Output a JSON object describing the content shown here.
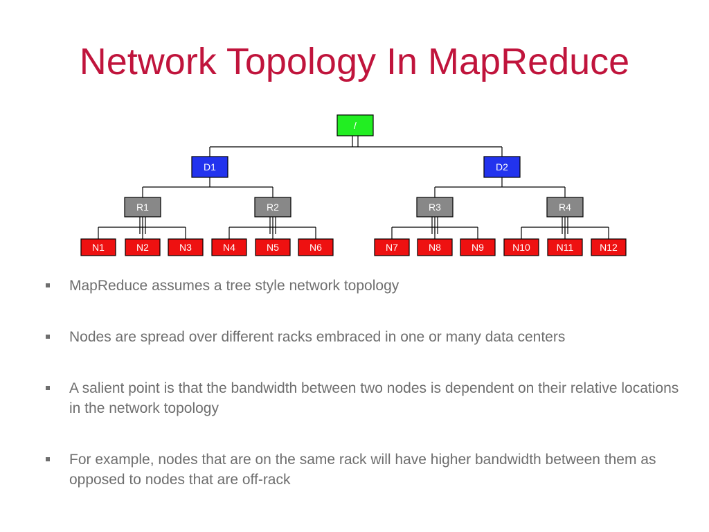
{
  "slide": {
    "title": "Network Topology In MapReduce"
  },
  "colors": {
    "title": "#c0143c",
    "root": "#22ee22",
    "datacenter": "#2233ee",
    "rack": "#888888",
    "node": "#ee1111",
    "line": "#000000",
    "text": "#6e6e6e"
  },
  "topology": {
    "root": {
      "label": "/"
    },
    "datacenters": [
      {
        "label": "D1",
        "racks": [
          {
            "label": "R1",
            "nodes": [
              "N1",
              "N2",
              "N3"
            ]
          },
          {
            "label": "R2",
            "nodes": [
              "N4",
              "N5",
              "N6"
            ]
          }
        ]
      },
      {
        "label": "D2",
        "racks": [
          {
            "label": "R3",
            "nodes": [
              "N7",
              "N8",
              "N9"
            ]
          },
          {
            "label": "R4",
            "nodes": [
              "N10",
              "N11",
              "N12"
            ]
          }
        ]
      }
    ]
  },
  "bullets": [
    "MapReduce assumes a tree style network topology",
    "Nodes are spread over different racks embraced in one or many data centers",
    "A salient point is that the bandwidth between two nodes is dependent on their relative locations in the network topology",
    "For example, nodes that are on the same rack will have higher bandwidth between them as opposed to nodes that are off-rack"
  ]
}
